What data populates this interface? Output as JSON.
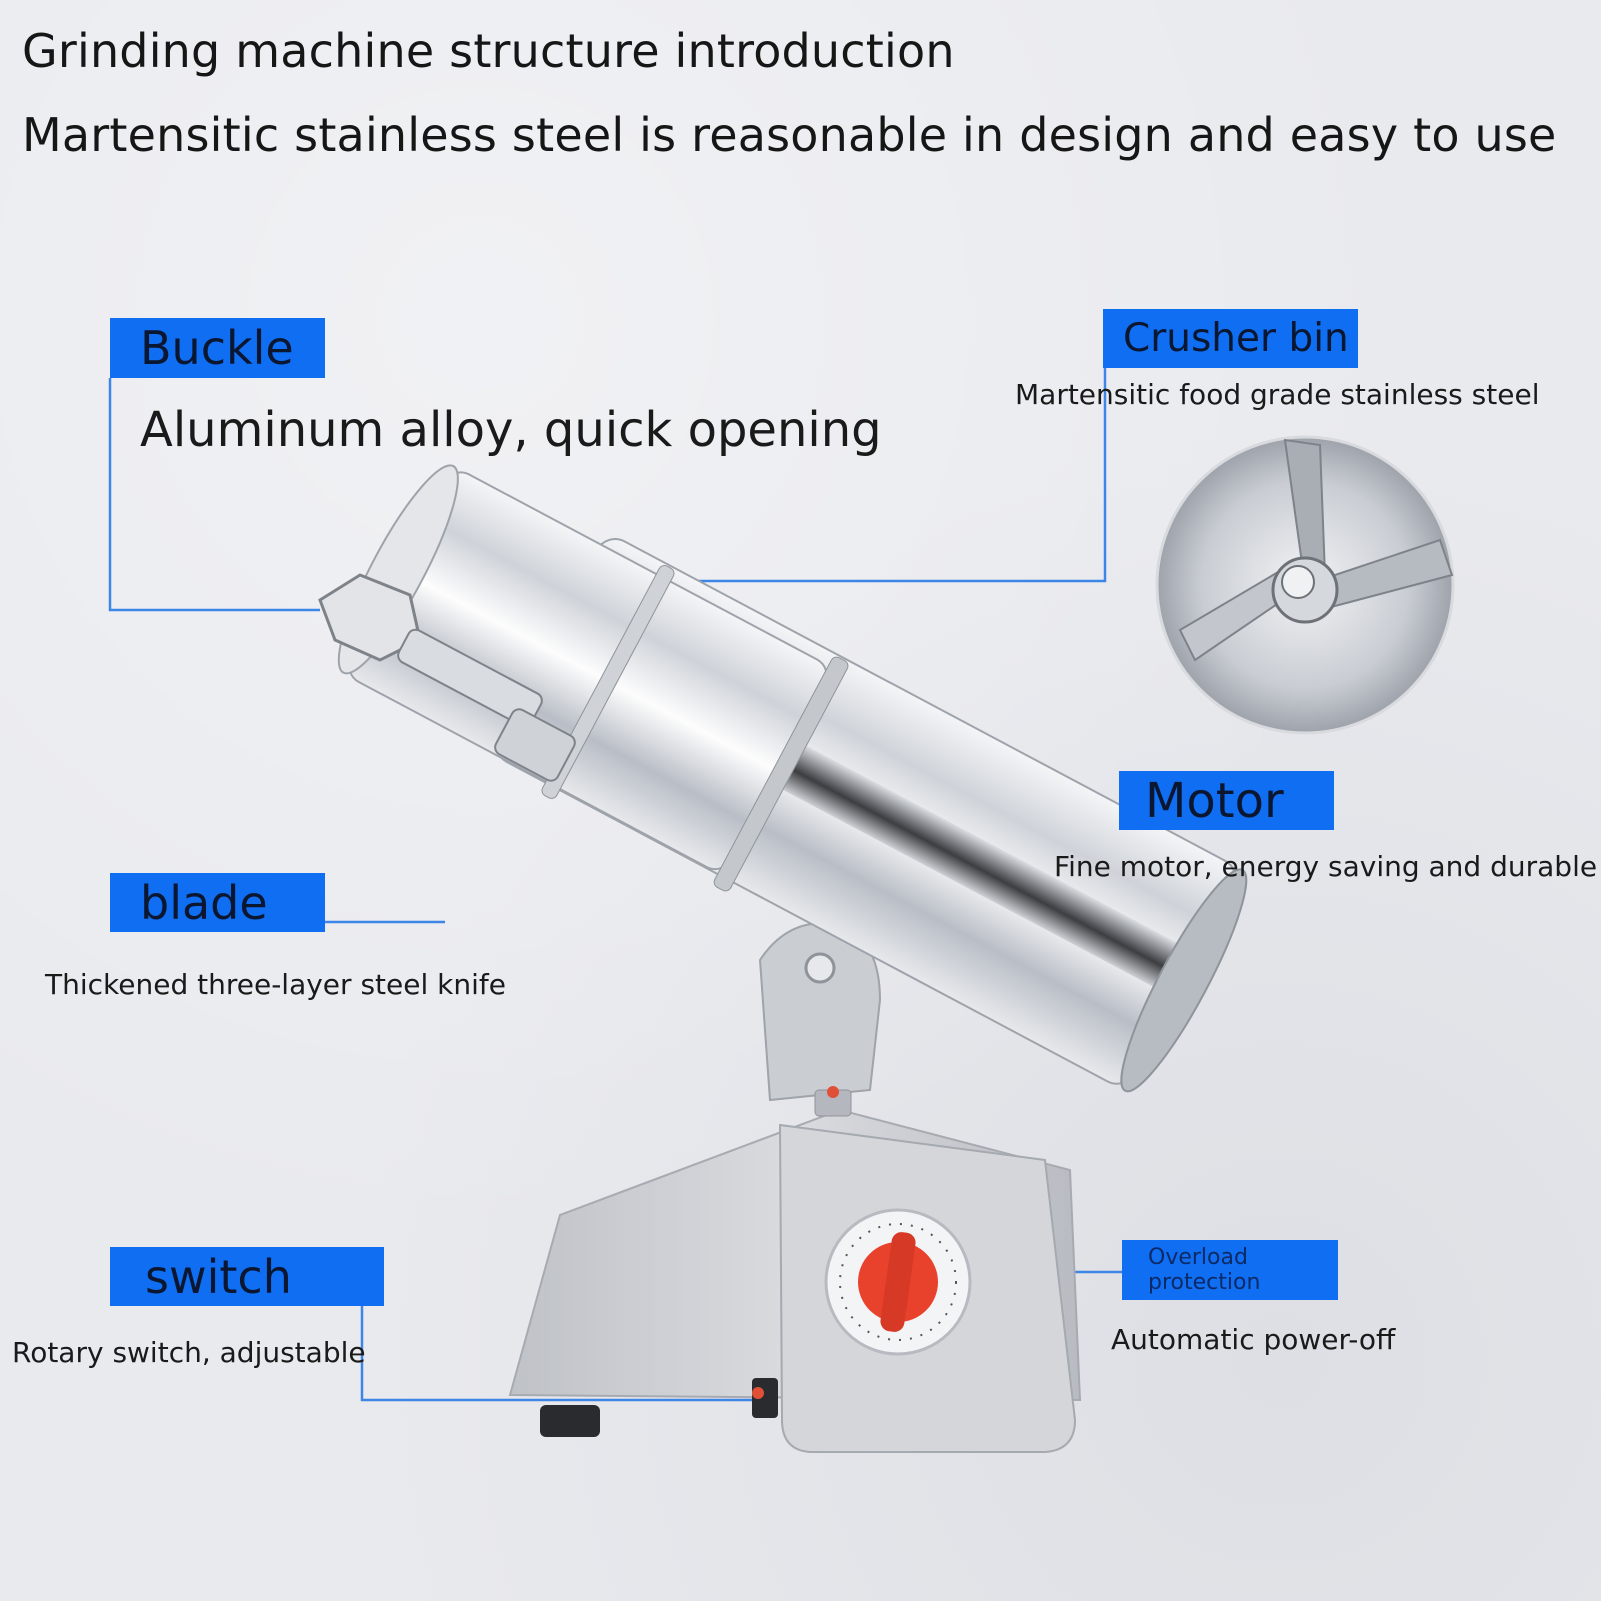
{
  "header": {
    "title": "Grinding machine structure introduction",
    "subtitle": "Martensitic stainless steel is reasonable in design and easy to use"
  },
  "callouts": {
    "buckle": {
      "label": "Buckle",
      "description": "Aluminum alloy, quick opening"
    },
    "crusher": {
      "label": "Crusher bin",
      "description": "Martensitic food grade stainless steel"
    },
    "motor": {
      "label": "Motor",
      "description": "Fine motor, energy saving and durable"
    },
    "blade": {
      "label": "blade",
      "description": "Thickened three-layer steel knife"
    },
    "switch": {
      "label": "switch",
      "description": "Rotary switch, adjustable"
    },
    "overload": {
      "label": "Overload protection",
      "description": "Automatic power-off"
    }
  },
  "colors": {
    "tag_background": "#0f6ef2",
    "leader_line": "#3d86e8",
    "background": "#e9eaee",
    "knob": "#e8412c"
  }
}
